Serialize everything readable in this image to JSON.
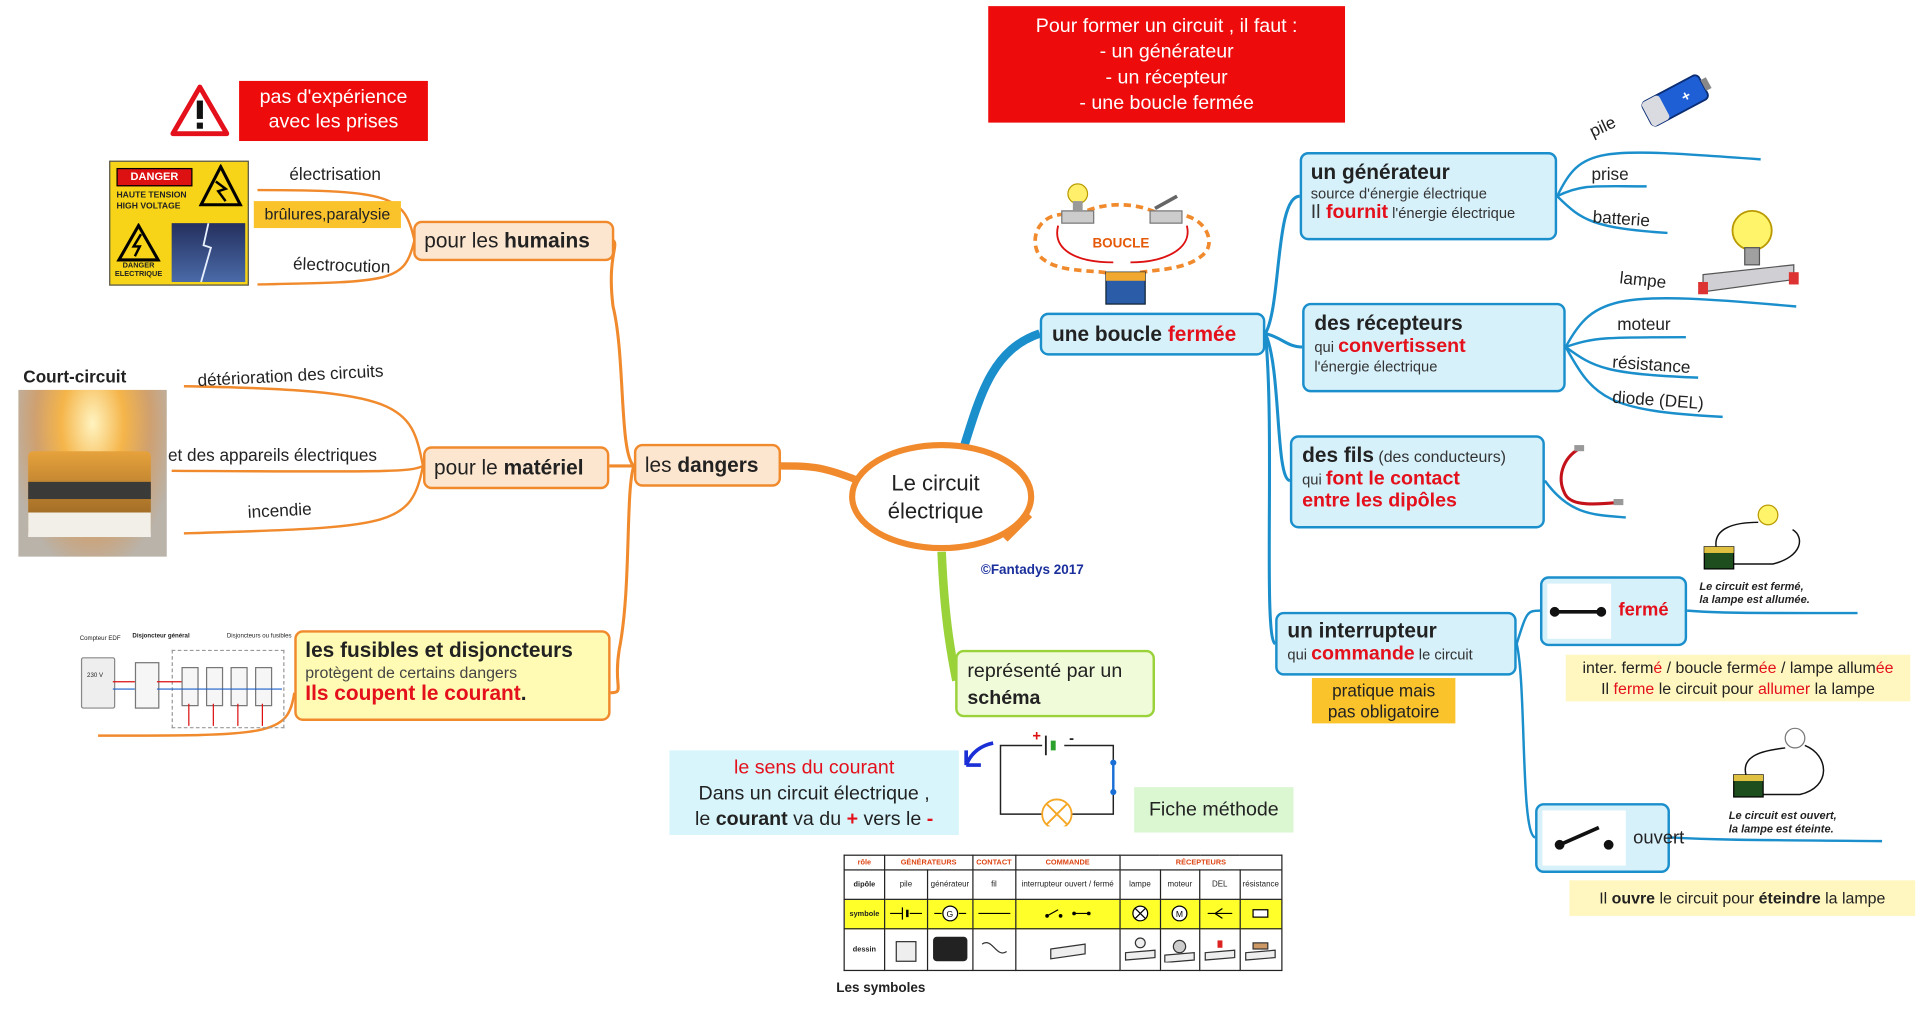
{
  "center": {
    "title_line1": "Le circuit",
    "title_line2": "électrique"
  },
  "copyright": "©Fantadys 2017",
  "top_box": {
    "line1": "Pour former un circuit , il faut :",
    "line2": "- un générateur",
    "line3": "- un récepteur",
    "line4": "- une boucle fermée"
  },
  "warning": {
    "line1": "pas d'expérience",
    "line2": "avec les prises"
  },
  "danger_sign": {
    "top": "DANGER",
    "line1": "HAUTE TENSION",
    "line2": "HIGH VOLTAGE",
    "bottom1": "DANGER",
    "bottom2": "ELECTRIQUE"
  },
  "dangers": {
    "label_pre": "les ",
    "label_bold": "dangers",
    "humains": {
      "pre": "pour les ",
      "bold": "humains",
      "electrisation": "électrisation",
      "brulures": "brûlures,paralysie",
      "electrocution": "électrocution"
    },
    "materiel": {
      "pre": "pour le ",
      "bold": "matériel",
      "deterioration": "détérioration des circuits",
      "appareils": "et des appareils électriques",
      "incendie": "incendie"
    },
    "court_circuit": "Court-circuit",
    "fusibles": {
      "title": "les fusibles et disjoncteurs",
      "sub": "protègent de certains dangers",
      "coupent": "Ils coupent le courant",
      "dot": "."
    },
    "panel": {
      "compteur": "Compteur EDF",
      "disjoncteur": "Disjoncteur général",
      "fusibles_lbl": "Disjoncteurs ou fusibles",
      "voltage": "230 V"
    }
  },
  "boucle": {
    "pre": "une boucle ",
    "red": "fermée",
    "image_label": "BOUCLE"
  },
  "generateur": {
    "title": "un générateur",
    "sub": "source d'énergie électrique",
    "l2_pre": "Il ",
    "l2_red": "fournit",
    "l2_post": " l'énergie électrique",
    "items": [
      "pile",
      "prise",
      "batterie"
    ]
  },
  "recepteurs": {
    "title": "des récepteurs",
    "l2_pre": "qui ",
    "l2_red": "convertissent",
    "l3": "l'énergie électrique",
    "items": [
      "lampe",
      "moteur",
      "résistance",
      "diode (DEL)"
    ]
  },
  "fils": {
    "title": "des fils",
    "paren": " (des conducteurs)",
    "l2_pre": "qui ",
    "l2_red": "font le contact",
    "l3_red": "entre les dipôles"
  },
  "interrupteur": {
    "title": "un interrupteur",
    "l2_pre": "qui ",
    "l2_red": "commande",
    "l2_post": " le circuit",
    "note_line1": "pratique mais",
    "note_line2": "pas obligatoire",
    "ferme": {
      "label": "fermé",
      "img_line1": "Le circuit est fermé,",
      "img_line2": "la lampe est allumée."
    },
    "ferme_note": {
      "p1": "inter. ferm",
      "p1r": "é",
      "p2": " / boucle ferm",
      "p2r": "ée",
      "p3": " / lampe allum",
      "p3r": "ée",
      "q1": "Il ",
      "q1r": "ferme",
      "q2": " le circuit pour ",
      "q2r": "allumer",
      "q3": " la lampe"
    },
    "ouvert": {
      "label": "ouvert",
      "img_line1": "Le circuit est ouvert,",
      "img_line2": "la lampe est éteinte."
    },
    "ouvert_note": {
      "p1": "Il ",
      "p1b": "ouvre",
      "p2": " le circuit pour ",
      "p2b": "éteindre",
      "p3": " la lampe"
    }
  },
  "schema": {
    "line1": "représenté par un",
    "line2": "schéma"
  },
  "sens": {
    "title": "le sens du courant",
    "l2": "Dans un circuit électrique ,",
    "l3_pre": "le ",
    "l3_bold": "courant",
    "l3_mid": " va du ",
    "plus": "+",
    "l3_post": " vers le ",
    "minus": "-"
  },
  "fiche": "Fiche méthode",
  "symbols": {
    "caption": "Les symboles",
    "headers": [
      "rôle",
      "GÉNÉRATEURS",
      "CONTACT",
      "COMMANDE",
      "RÉCEPTEURS"
    ],
    "row_dipole": "dipôle",
    "row_symbole": "symbole",
    "row_dessin": "dessin",
    "dipoles": [
      "pile",
      "générateur",
      "fil",
      "interrupteur ouvert / fermé",
      "lampe",
      "moteur",
      "DEL",
      "résistance"
    ]
  },
  "colors": {
    "orange": "#f08a2c",
    "blue": "#1a8fcc",
    "green": "#9ad23a",
    "red": "#e4101b",
    "yellow": "#fbc32b"
  }
}
